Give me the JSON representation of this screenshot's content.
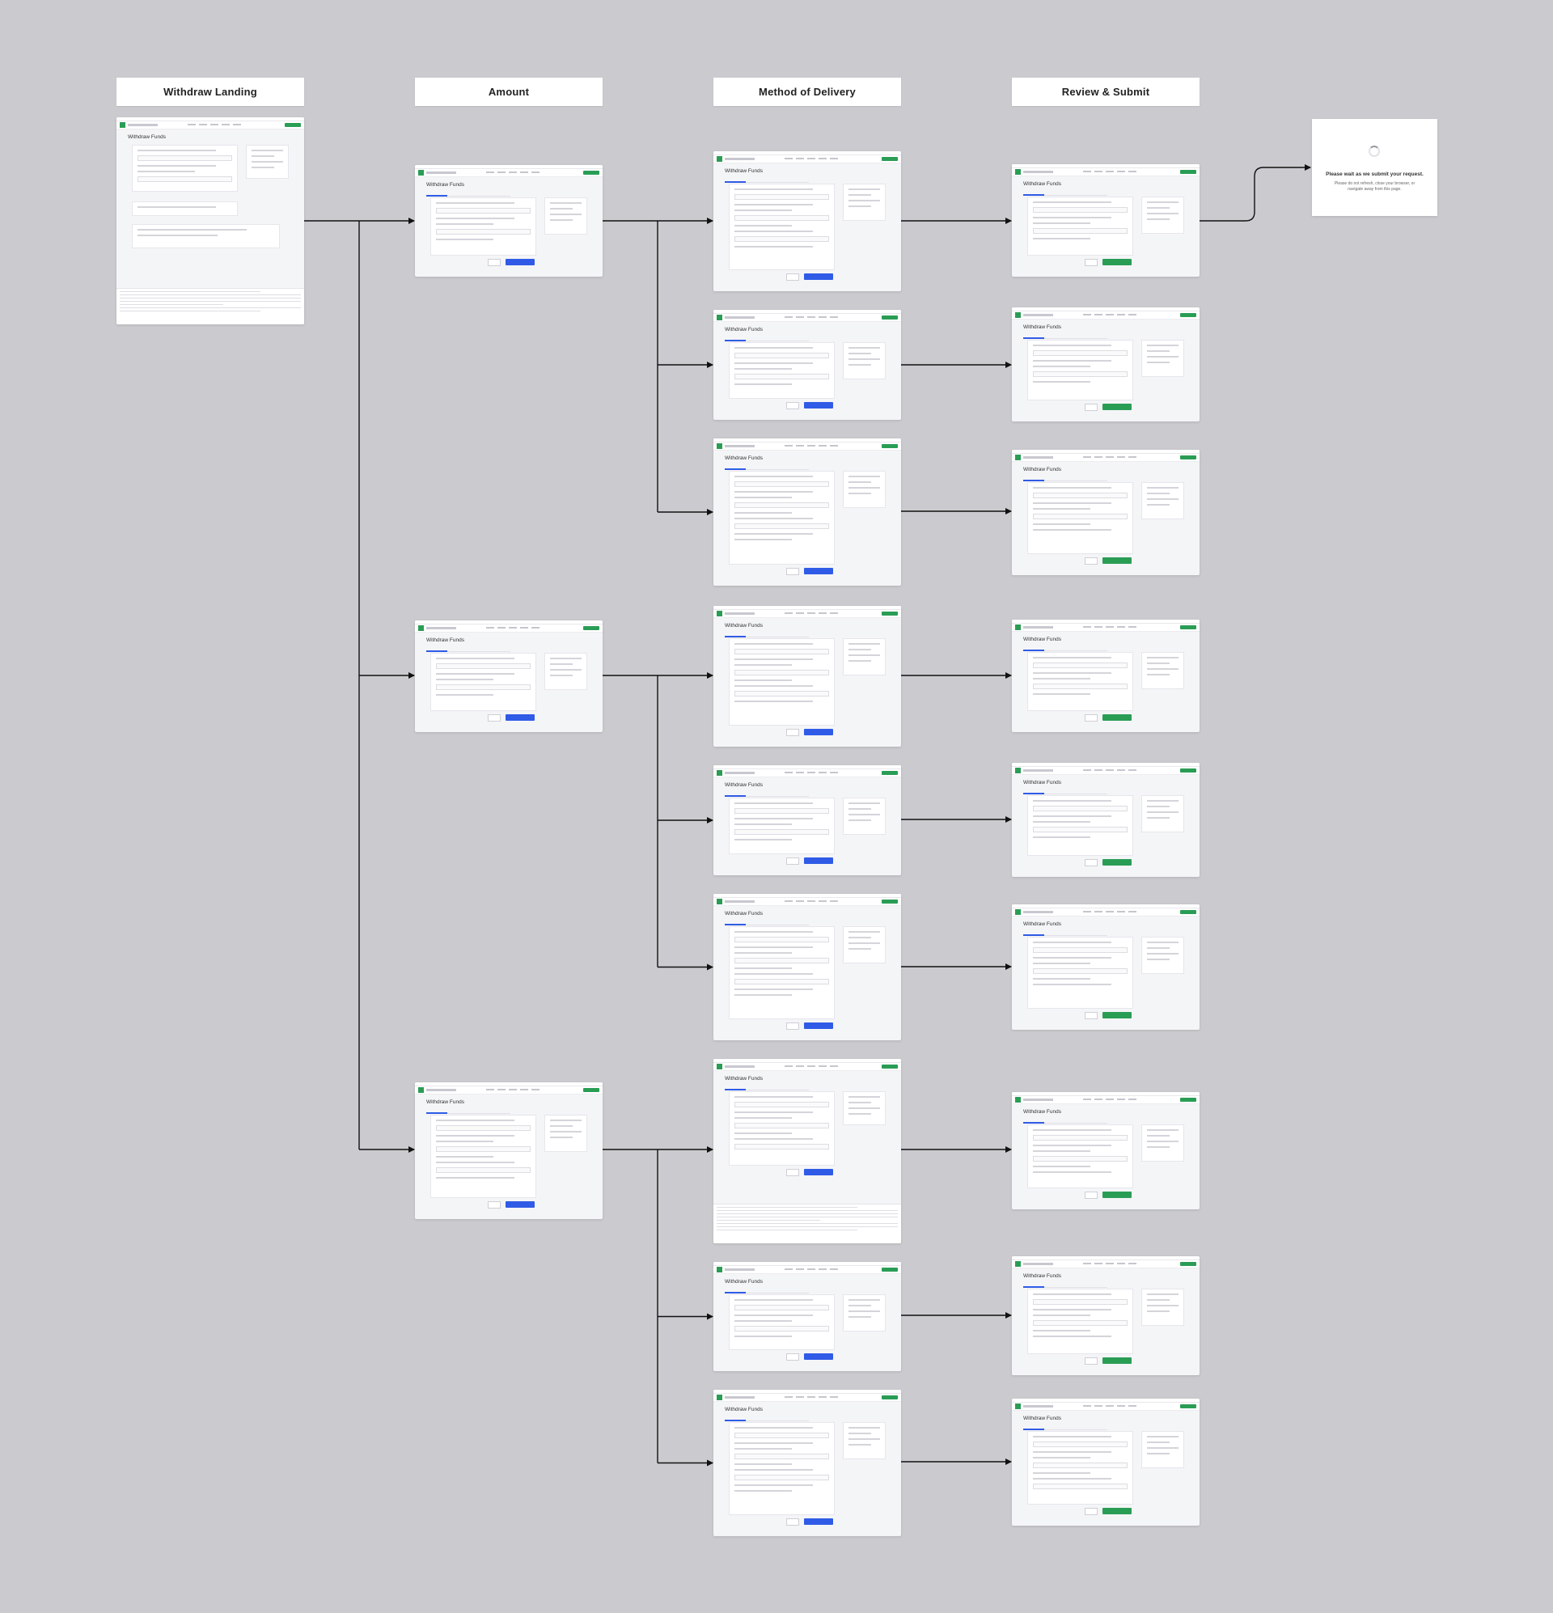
{
  "columns": [
    {
      "id": "landing",
      "label": "Withdraw Landing"
    },
    {
      "id": "amount",
      "label": "Amount"
    },
    {
      "id": "delivery",
      "label": "Method of Delivery"
    },
    {
      "id": "review",
      "label": "Review & Submit"
    }
  ],
  "screens": {
    "title": "Withdraw Funds",
    "landing_variants": 1,
    "amount_variants": 3,
    "delivery_variants": 9,
    "review_variants": 9
  },
  "loading": {
    "title": "Please wait as we submit your request.",
    "subtitle": "Please do not refresh, close your browser, or navigate away from this page."
  },
  "colors": {
    "background": "#cbcbcf",
    "accent_green": "#2a9d55",
    "accent_blue": "#2f5be6",
    "connector": "#111111"
  }
}
